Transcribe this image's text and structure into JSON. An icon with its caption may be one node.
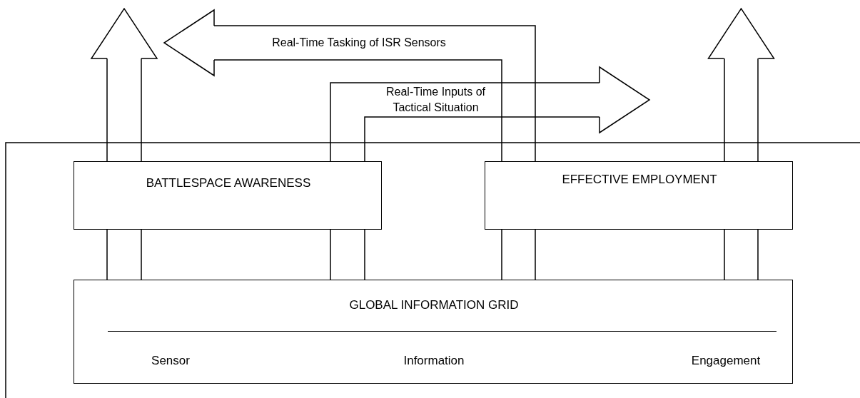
{
  "diagram": {
    "nodes": [
      {
        "text": [
          "BATTLESPACE AWARENESS"
        ]
      },
      {
        "text": [
          "EFFECTIVE EMPLOYMENT"
        ]
      },
      {
        "text": [
          "GLOBAL INFORMATION GRID",
          "Sensor",
          "Information",
          "Engagement"
        ]
      }
    ],
    "edges": [
      {
        "from": 2,
        "to": 0,
        "arrow": "none"
      },
      {
        "from": 0,
        "to": null,
        "arrow": "to"
      },
      {
        "from": 2,
        "to": 0,
        "arrow": "none"
      },
      {
        "from": 2,
        "to": 1,
        "arrow": "none"
      },
      {
        "from": 2,
        "to": 1,
        "arrow": "none"
      },
      {
        "from": 1,
        "to": null,
        "arrow": "to"
      },
      {
        "from": 0,
        "to": null,
        "arrow": "to",
        "label": "Real-Time Inputs of Tactical Situation"
      },
      {
        "from": 1,
        "to": null,
        "arrow": "to",
        "label": "Real-Time Tasking of ISR Sensors"
      }
    ]
  }
}
